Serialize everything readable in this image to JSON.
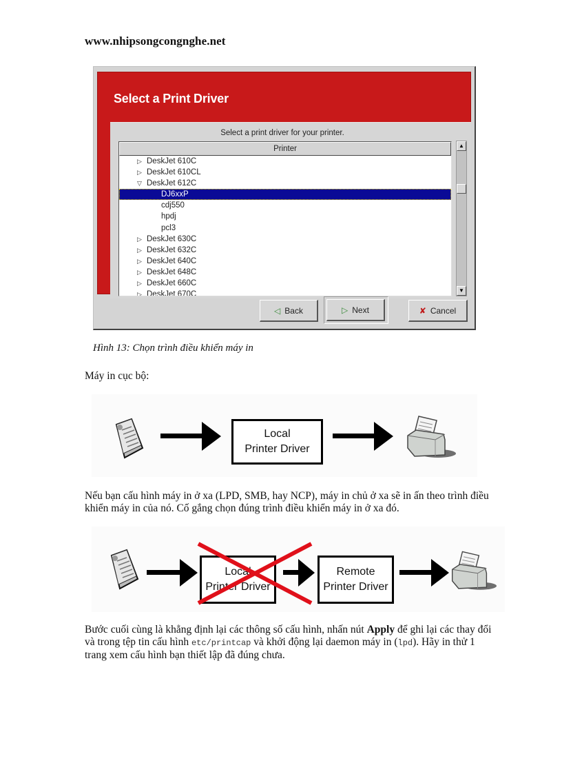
{
  "header": {
    "site": "www.nhipsongcongnghe.net"
  },
  "dialog": {
    "title": "Select a Print Driver",
    "prompt": "Select a print driver for your printer.",
    "column_header": "Printer",
    "rows": [
      {
        "label": "DeskJet 610C",
        "level": 0,
        "expander": "collapsed"
      },
      {
        "label": "DeskJet 610CL",
        "level": 0,
        "expander": "collapsed"
      },
      {
        "label": "DeskJet 612C",
        "level": 0,
        "expander": "expanded"
      },
      {
        "label": "DJ6xxP",
        "level": 1,
        "selected": true
      },
      {
        "label": "cdj550",
        "level": 1
      },
      {
        "label": "hpdj",
        "level": 1
      },
      {
        "label": "pcl3",
        "level": 1
      },
      {
        "label": "DeskJet 630C",
        "level": 0,
        "expander": "collapsed"
      },
      {
        "label": "DeskJet 632C",
        "level": 0,
        "expander": "collapsed"
      },
      {
        "label": "DeskJet 640C",
        "level": 0,
        "expander": "collapsed"
      },
      {
        "label": "DeskJet 648C",
        "level": 0,
        "expander": "collapsed"
      },
      {
        "label": "DeskJet 660C",
        "level": 0,
        "expander": "collapsed"
      },
      {
        "label": "DeskJet 670C",
        "level": 0,
        "expander": "collapsed",
        "partially_visible": true
      }
    ],
    "buttons": {
      "back": {
        "label": "Back",
        "icon": "left-triangle-icon"
      },
      "next": {
        "label": "Next",
        "icon": "right-triangle-icon"
      },
      "cancel": {
        "label": "Cancel",
        "icon": "x-icon"
      }
    },
    "colors": {
      "banner": "#c8191a",
      "selection": "#0a0a96",
      "chrome": "#d4d4d4"
    }
  },
  "caption": "Hình 13: Chọn trình điều khiển máy in",
  "paragraphs": {
    "local_label": "Máy in cục bộ:",
    "remote_text": "Nếu bạn cấu hình máy in ở xa (LPD, SMB, hay NCP), máy in chủ ở xa sẽ in ấn theo trình điều khiển máy in của nó. Cố gắng chọn đúng trình điều khiển máy in ở xa đó.",
    "final": {
      "part1": "Bước cuối cùng là khẳng định lại các thông số cấu hình, nhấn nút ",
      "bold": "Apply",
      "part2": " để ghi lại các thay đổi và trong tệp tin cấu hình ",
      "code1": "etc/printcap",
      "part3": " và khởi động lại daemon máy in (",
      "code2": "lpd",
      "part4": "). Hãy in thử 1 trang xem cấu hình bạn thiết lập đã đúng chưa."
    }
  },
  "diagram_local": {
    "source_icon": "document-icon",
    "box": {
      "line1": "Local",
      "line2": "Printer Driver"
    },
    "target_icon": "printer-icon"
  },
  "diagram_remote": {
    "source_icon": "document-icon",
    "crossed_box": {
      "line1": "Local",
      "line2": "Printer Driver"
    },
    "box": {
      "line1": "Remote",
      "line2": "Printer Driver"
    },
    "target_icon": "printer-icon",
    "cross_color": "#e0101a"
  }
}
